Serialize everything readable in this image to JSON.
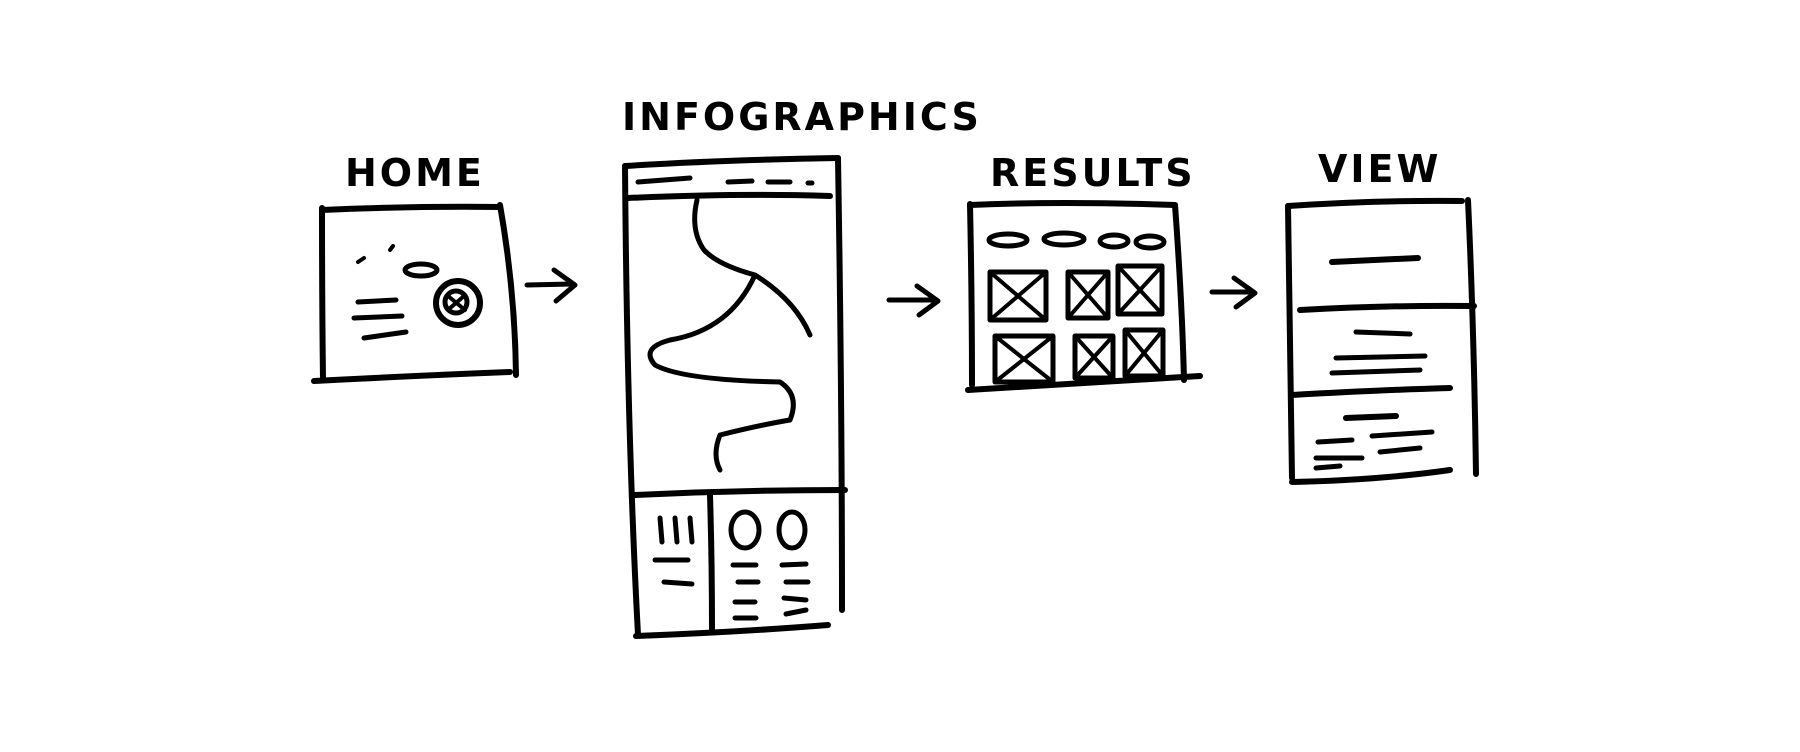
{
  "screens": [
    {
      "id": "home",
      "label": "HOME"
    },
    {
      "id": "infographics",
      "label": "INFOGRAPHICS"
    },
    {
      "id": "results",
      "label": "RESULTS"
    },
    {
      "id": "view",
      "label": "VIEW"
    }
  ],
  "arrow_icon": "right-arrow-icon",
  "colors": {
    "ink": "#000000",
    "paper": "#ffffff"
  }
}
